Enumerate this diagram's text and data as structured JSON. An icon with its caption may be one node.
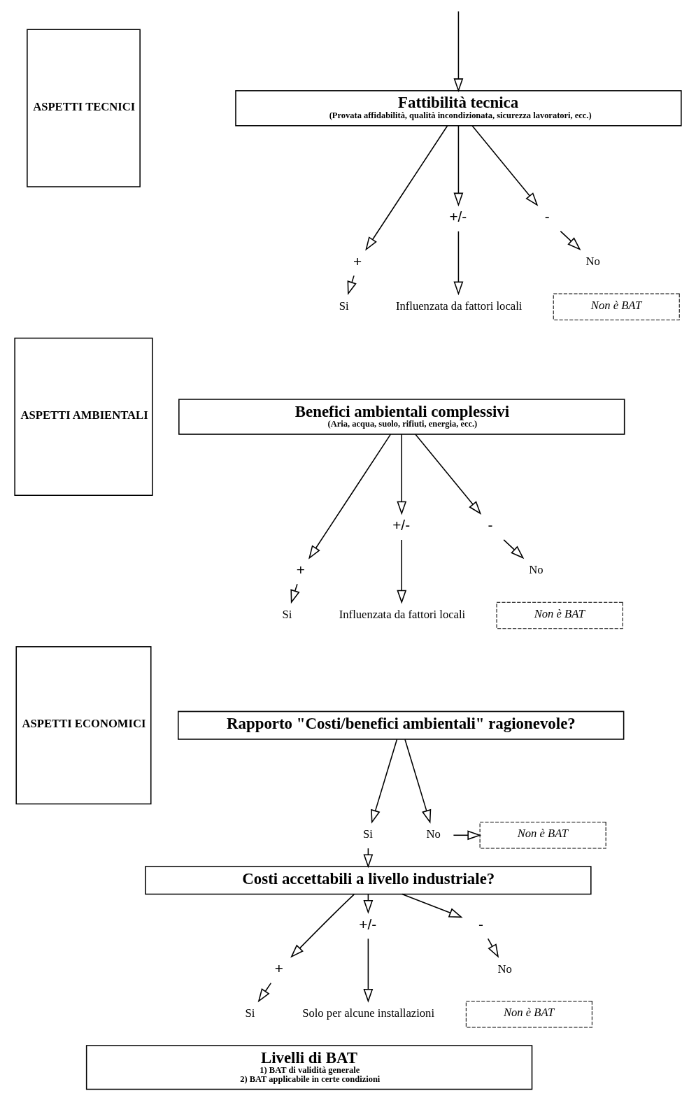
{
  "diagram": {
    "nodes": [
      {
        "text": [
          "ASPETTI TECNICI"
        ]
      },
      {
        "text": [
          "ASPETTI AMBIENTALI"
        ]
      },
      {
        "text": [
          "ASPETTI ECONOMICI"
        ]
      },
      {
        "text": [
          "Fattibilità tecnica",
          "(Provata affidabilità, qualità incondizionata, sicurezza lavoratori, ecc.)"
        ]
      },
      {
        "text": [
          "+"
        ]
      },
      {
        "text": [
          "+/-"
        ]
      },
      {
        "text": [
          "-"
        ]
      },
      {
        "text": [
          "Si"
        ]
      },
      {
        "text": [
          "Influenzata da fattori locali"
        ]
      },
      {
        "text": [
          "No"
        ]
      },
      {
        "text": [
          "Non è BAT"
        ]
      },
      {
        "text": [
          "Benefici ambientali complessivi",
          "(Aria, acqua, suolo, rifiuti, energia, ecc.)"
        ]
      },
      {
        "text": [
          "+"
        ]
      },
      {
        "text": [
          "+/-"
        ]
      },
      {
        "text": [
          "-"
        ]
      },
      {
        "text": [
          "Si"
        ]
      },
      {
        "text": [
          "Influenzata da fattori locali"
        ]
      },
      {
        "text": [
          "No"
        ]
      },
      {
        "text": [
          "Non è BAT"
        ]
      },
      {
        "text": [
          "Rapporto \"Costi/benefici ambientali\" ragionevole?"
        ]
      },
      {
        "text": [
          "Si"
        ]
      },
      {
        "text": [
          "No"
        ]
      },
      {
        "text": [
          "Non è BAT"
        ]
      },
      {
        "text": [
          "Costi accettabili a livello industriale?"
        ]
      },
      {
        "text": [
          "+"
        ]
      },
      {
        "text": [
          "+/-"
        ]
      },
      {
        "text": [
          "-"
        ]
      },
      {
        "text": [
          "Si"
        ]
      },
      {
        "text": [
          "Solo per alcune installazioni"
        ]
      },
      {
        "text": [
          "No"
        ]
      },
      {
        "text": [
          "Non è BAT"
        ]
      },
      {
        "text": [
          "Livelli di BAT",
          "1) BAT di validità generale",
          "2) BAT applicabile in certe condizioni"
        ]
      }
    ],
    "edges": [
      {
        "from": null,
        "to": 3,
        "arrow": "to"
      },
      {
        "from": 3,
        "to": 4,
        "arrow": "to"
      },
      {
        "from": 3,
        "to": 5,
        "arrow": "to"
      },
      {
        "from": 3,
        "to": 6,
        "arrow": "to"
      },
      {
        "from": 4,
        "to": 7,
        "arrow": "to"
      },
      {
        "from": 5,
        "to": 8,
        "arrow": "to"
      },
      {
        "from": 6,
        "to": 9,
        "arrow": "to"
      },
      {
        "from": 11,
        "to": 12,
        "arrow": "to"
      },
      {
        "from": 11,
        "to": 13,
        "arrow": "to"
      },
      {
        "from": 11,
        "to": 14,
        "arrow": "to"
      },
      {
        "from": 12,
        "to": 15,
        "arrow": "to"
      },
      {
        "from": 13,
        "to": 16,
        "arrow": "to"
      },
      {
        "from": 14,
        "to": 17,
        "arrow": "to"
      },
      {
        "from": 19,
        "to": 20,
        "arrow": "to"
      },
      {
        "from": 19,
        "to": 21,
        "arrow": "to"
      },
      {
        "from": 21,
        "to": 22,
        "arrow": "to"
      },
      {
        "from": 20,
        "to": 23,
        "arrow": "to"
      },
      {
        "from": 23,
        "to": 24,
        "arrow": "to"
      },
      {
        "from": 23,
        "to": 25,
        "arrow": "to"
      },
      {
        "from": 23,
        "to": 26,
        "arrow": "to"
      },
      {
        "from": 24,
        "to": 27,
        "arrow": "to"
      },
      {
        "from": 25,
        "to": 28,
        "arrow": "to"
      },
      {
        "from": 26,
        "to": 29,
        "arrow": "to"
      }
    ]
  }
}
